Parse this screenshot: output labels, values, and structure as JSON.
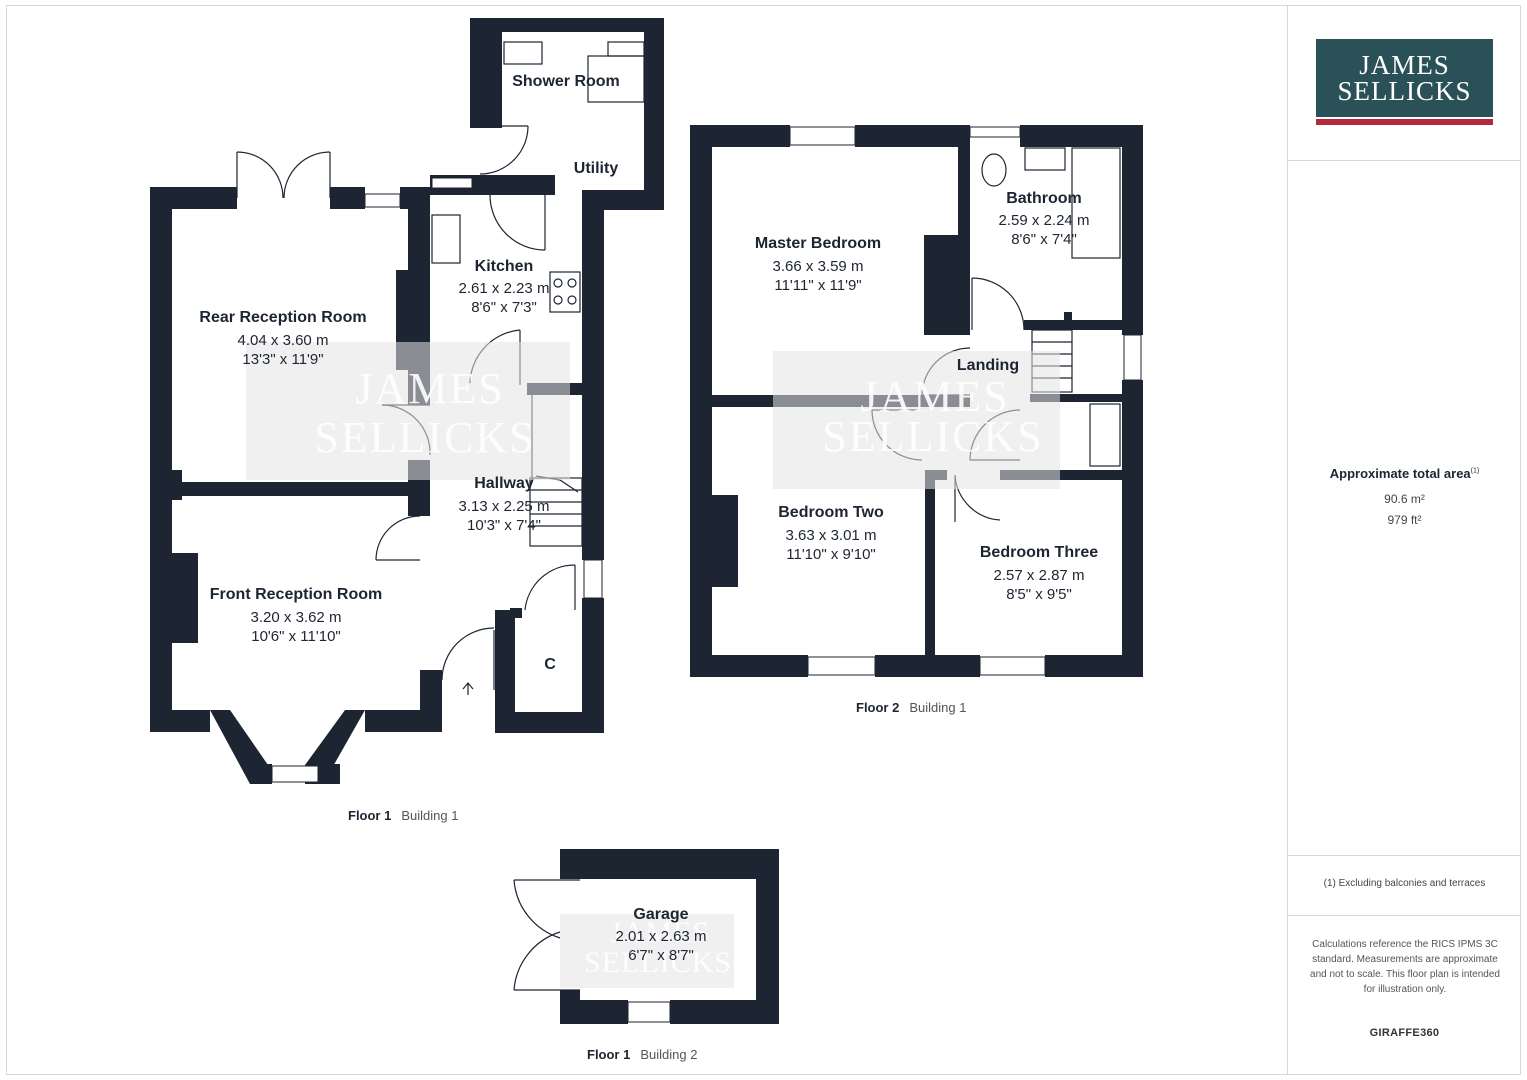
{
  "logo": {
    "line1": "JAMES",
    "line2": "SELLICKS"
  },
  "watermark": {
    "line1": "JAMES",
    "line2": "SELLICKS"
  },
  "area": {
    "label": "Approximate total area",
    "footnote_mark": "(1)",
    "metric": "90.6 m²",
    "imperial": "979 ft²"
  },
  "footnote": "(1) Excluding balconies and terraces",
  "calculation_note": "Calculations reference the RICS IPMS 3C standard. Measurements are approximate and not to scale. This floor plan is intended for illustration only.",
  "brand": {
    "prefix": "GIRAFFE",
    "suffix": "360"
  },
  "floors": {
    "f1b1": {
      "floor": "Floor 1",
      "building": "Building 1"
    },
    "f2b1": {
      "floor": "Floor 2",
      "building": "Building 1"
    },
    "f1b2": {
      "floor": "Floor 1",
      "building": "Building 2"
    }
  },
  "rooms": {
    "shower": {
      "name": "Shower Room"
    },
    "utility": {
      "name": "Utility"
    },
    "rear_reception": {
      "name": "Rear Reception Room",
      "metric": "4.04 x 3.60 m",
      "imperial": "13'3\" x 11'9\""
    },
    "kitchen": {
      "name": "Kitchen",
      "metric": "2.61 x 2.23 m",
      "imperial": "8'6\" x 7'3\""
    },
    "hallway": {
      "name": "Hallway",
      "metric": "3.13 x 2.25 m",
      "imperial": "10'3\" x 7'4\""
    },
    "front_reception": {
      "name": "Front Reception Room",
      "metric": "3.20 x 3.62 m",
      "imperial": "10'6\" x 11'10\""
    },
    "cupboard": {
      "name": "C"
    },
    "master": {
      "name": "Master Bedroom",
      "metric": "3.66 x 3.59 m",
      "imperial": "11'11\" x 11'9\""
    },
    "bathroom": {
      "name": "Bathroom",
      "metric": "2.59 x 2.24 m",
      "imperial": "8'6\" x 7'4\""
    },
    "landing": {
      "name": "Landing"
    },
    "bedroom_two": {
      "name": "Bedroom Two",
      "metric": "3.63 x 3.01 m",
      "imperial": "11'10\" x 9'10\""
    },
    "bedroom_three": {
      "name": "Bedroom Three",
      "metric": "2.57 x 2.87 m",
      "imperial": "8'5\" x 9'5\""
    },
    "garage": {
      "name": "Garage",
      "metric": "2.01 x 2.63 m",
      "imperial": "6'7\" x 8'7\""
    }
  }
}
